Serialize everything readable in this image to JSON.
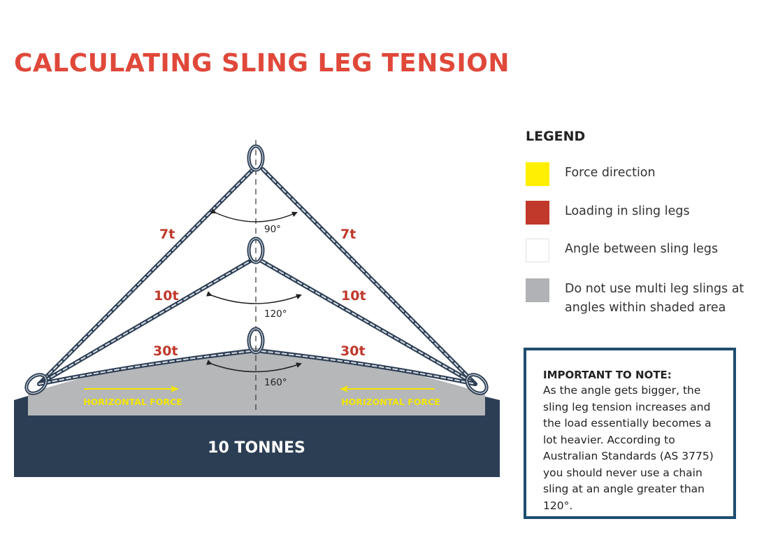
{
  "title": "CALCULATING SLING LEG TENSION",
  "diagram": {
    "load_label": "10 TONNES",
    "horizontal_force_left": "HORIZONTAL FORCE",
    "horizontal_force_right": "HORIZONTAL FORCE",
    "slings": [
      {
        "angle": "90°",
        "left_tension": "7t",
        "right_tension": "7t"
      },
      {
        "angle": "120°",
        "left_tension": "10t",
        "right_tension": "10t"
      },
      {
        "angle": "160°",
        "left_tension": "30t",
        "right_tension": "30t"
      }
    ],
    "colors": {
      "tension": "#c0392b",
      "force": "#f2e600",
      "load": "#2c3e54",
      "shaded": "#b5b7b9",
      "chain": "#2c3e54"
    }
  },
  "legend": {
    "title": "LEGEND",
    "items": [
      {
        "label": "Force direction",
        "color": "#ffef00"
      },
      {
        "label": "Loading in sling legs",
        "color": "#c0392b"
      },
      {
        "label": "Angle between sling legs",
        "color": "#ffffff"
      },
      {
        "label": "Do not use multi leg slings at angles within shaded area",
        "color": "#b0b2b5"
      }
    ]
  },
  "note": {
    "title": "IMPORTANT TO NOTE:",
    "text": "As the angle gets bigger, the sling leg tension increases and the load essentially becomes a lot heavier. According to Australian Standards (AS 3775) you should never use a chain sling at an angle greater than 120°."
  }
}
